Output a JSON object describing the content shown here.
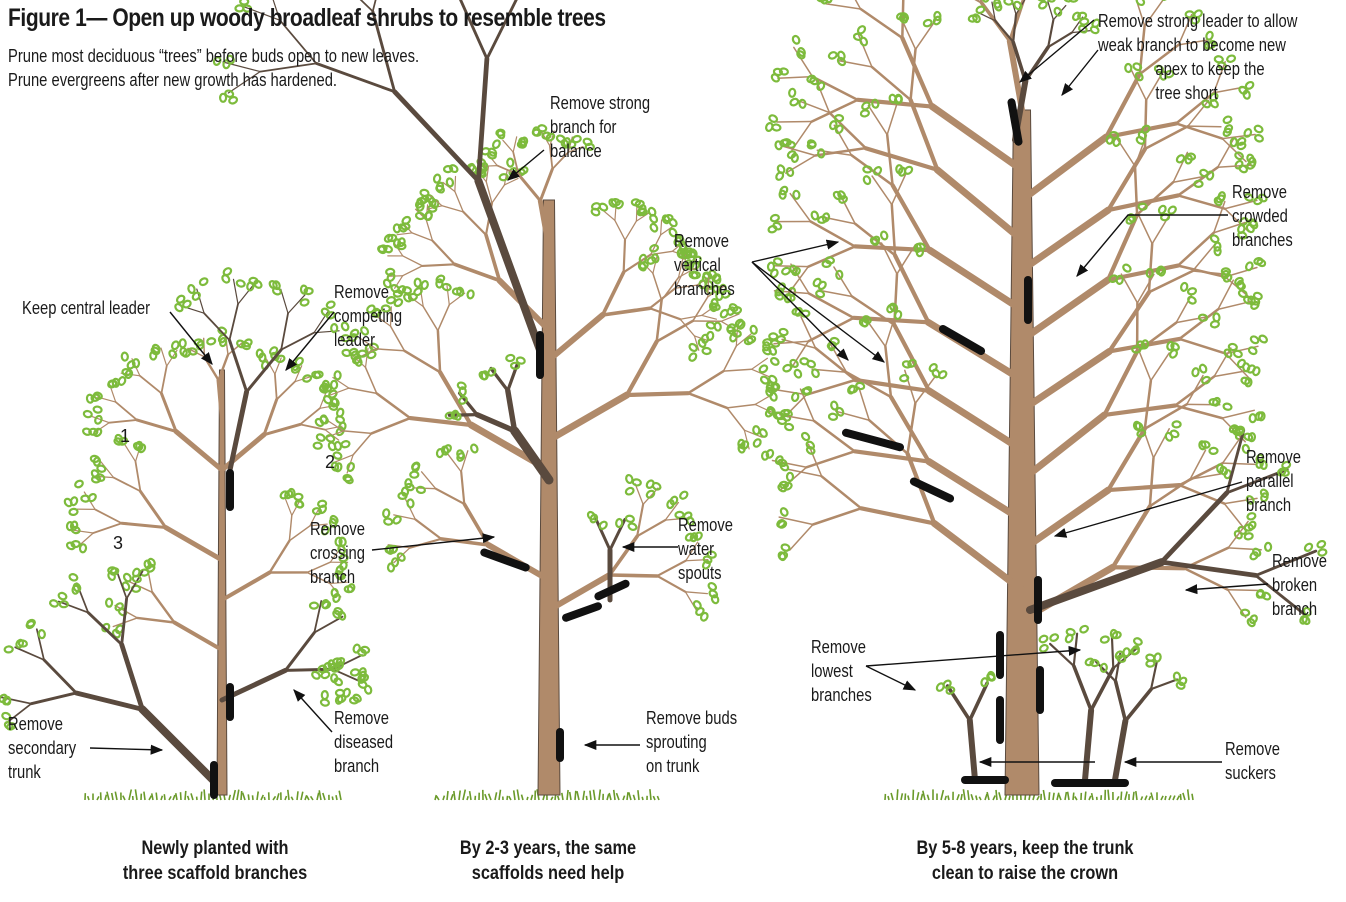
{
  "title": "Figure 1— Open up woody broadleaf shrubs to resemble trees",
  "subtitle_lines": [
    "Prune most deciduous “trees” before buds open to new leaves.",
    "Prune evergreens after new growth has hardened."
  ],
  "panels": [
    {
      "caption": [
        "Newly planted with",
        "three scaffold branches"
      ],
      "scaffold_numbers": [
        "1",
        "2",
        "3"
      ],
      "labels": {
        "keep_central_leader": "Keep central leader",
        "remove_competing_leader": [
          "Remove",
          "competing",
          "leader"
        ],
        "remove_secondary_trunk": [
          "Remove",
          "secondary",
          "trunk"
        ],
        "remove_diseased_branch": [
          "Remove",
          "diseased",
          "branch"
        ]
      }
    },
    {
      "caption": [
        "By 2-3 years, the same",
        "scaffolds need help"
      ],
      "labels": {
        "remove_strong_branch": [
          "Remove strong",
          "branch for",
          "balance"
        ],
        "remove_crossing_branch": [
          "Remove",
          "crossing",
          "branch"
        ],
        "remove_water_spouts": [
          "Remove",
          "water",
          "spouts"
        ],
        "remove_buds_sprouting": [
          "Remove buds",
          "sprouting",
          "on trunk"
        ]
      }
    },
    {
      "caption": [
        "By 5-8 years, keep the trunk",
        "clean to raise the crown"
      ],
      "labels": {
        "remove_strong_leader": [
          "Remove strong leader to allow",
          "weak branch to become new",
          "apex to keep the",
          "tree short"
        ],
        "remove_vertical_branches": [
          "Remove",
          "vertical",
          "branches"
        ],
        "remove_crowded_branches": [
          "Remove",
          "crowded",
          "branches"
        ],
        "remove_parallel_branch": [
          "Remove",
          "parallel",
          "branch"
        ],
        "remove_broken_branch": [
          "Remove",
          "broken",
          "branch"
        ],
        "remove_lowest_branches": [
          "Remove",
          "lowest",
          "branches"
        ],
        "remove_suckers": [
          "Remove",
          "suckers"
        ]
      }
    }
  ],
  "colors": {
    "bark": "#b08a6a",
    "bark_dark": "#5a4a3e",
    "leaf": "#7dbb3c",
    "grass": "#6a9a2a",
    "cut_mark": "#111111",
    "diseased_leaf": "#d8c84a"
  }
}
